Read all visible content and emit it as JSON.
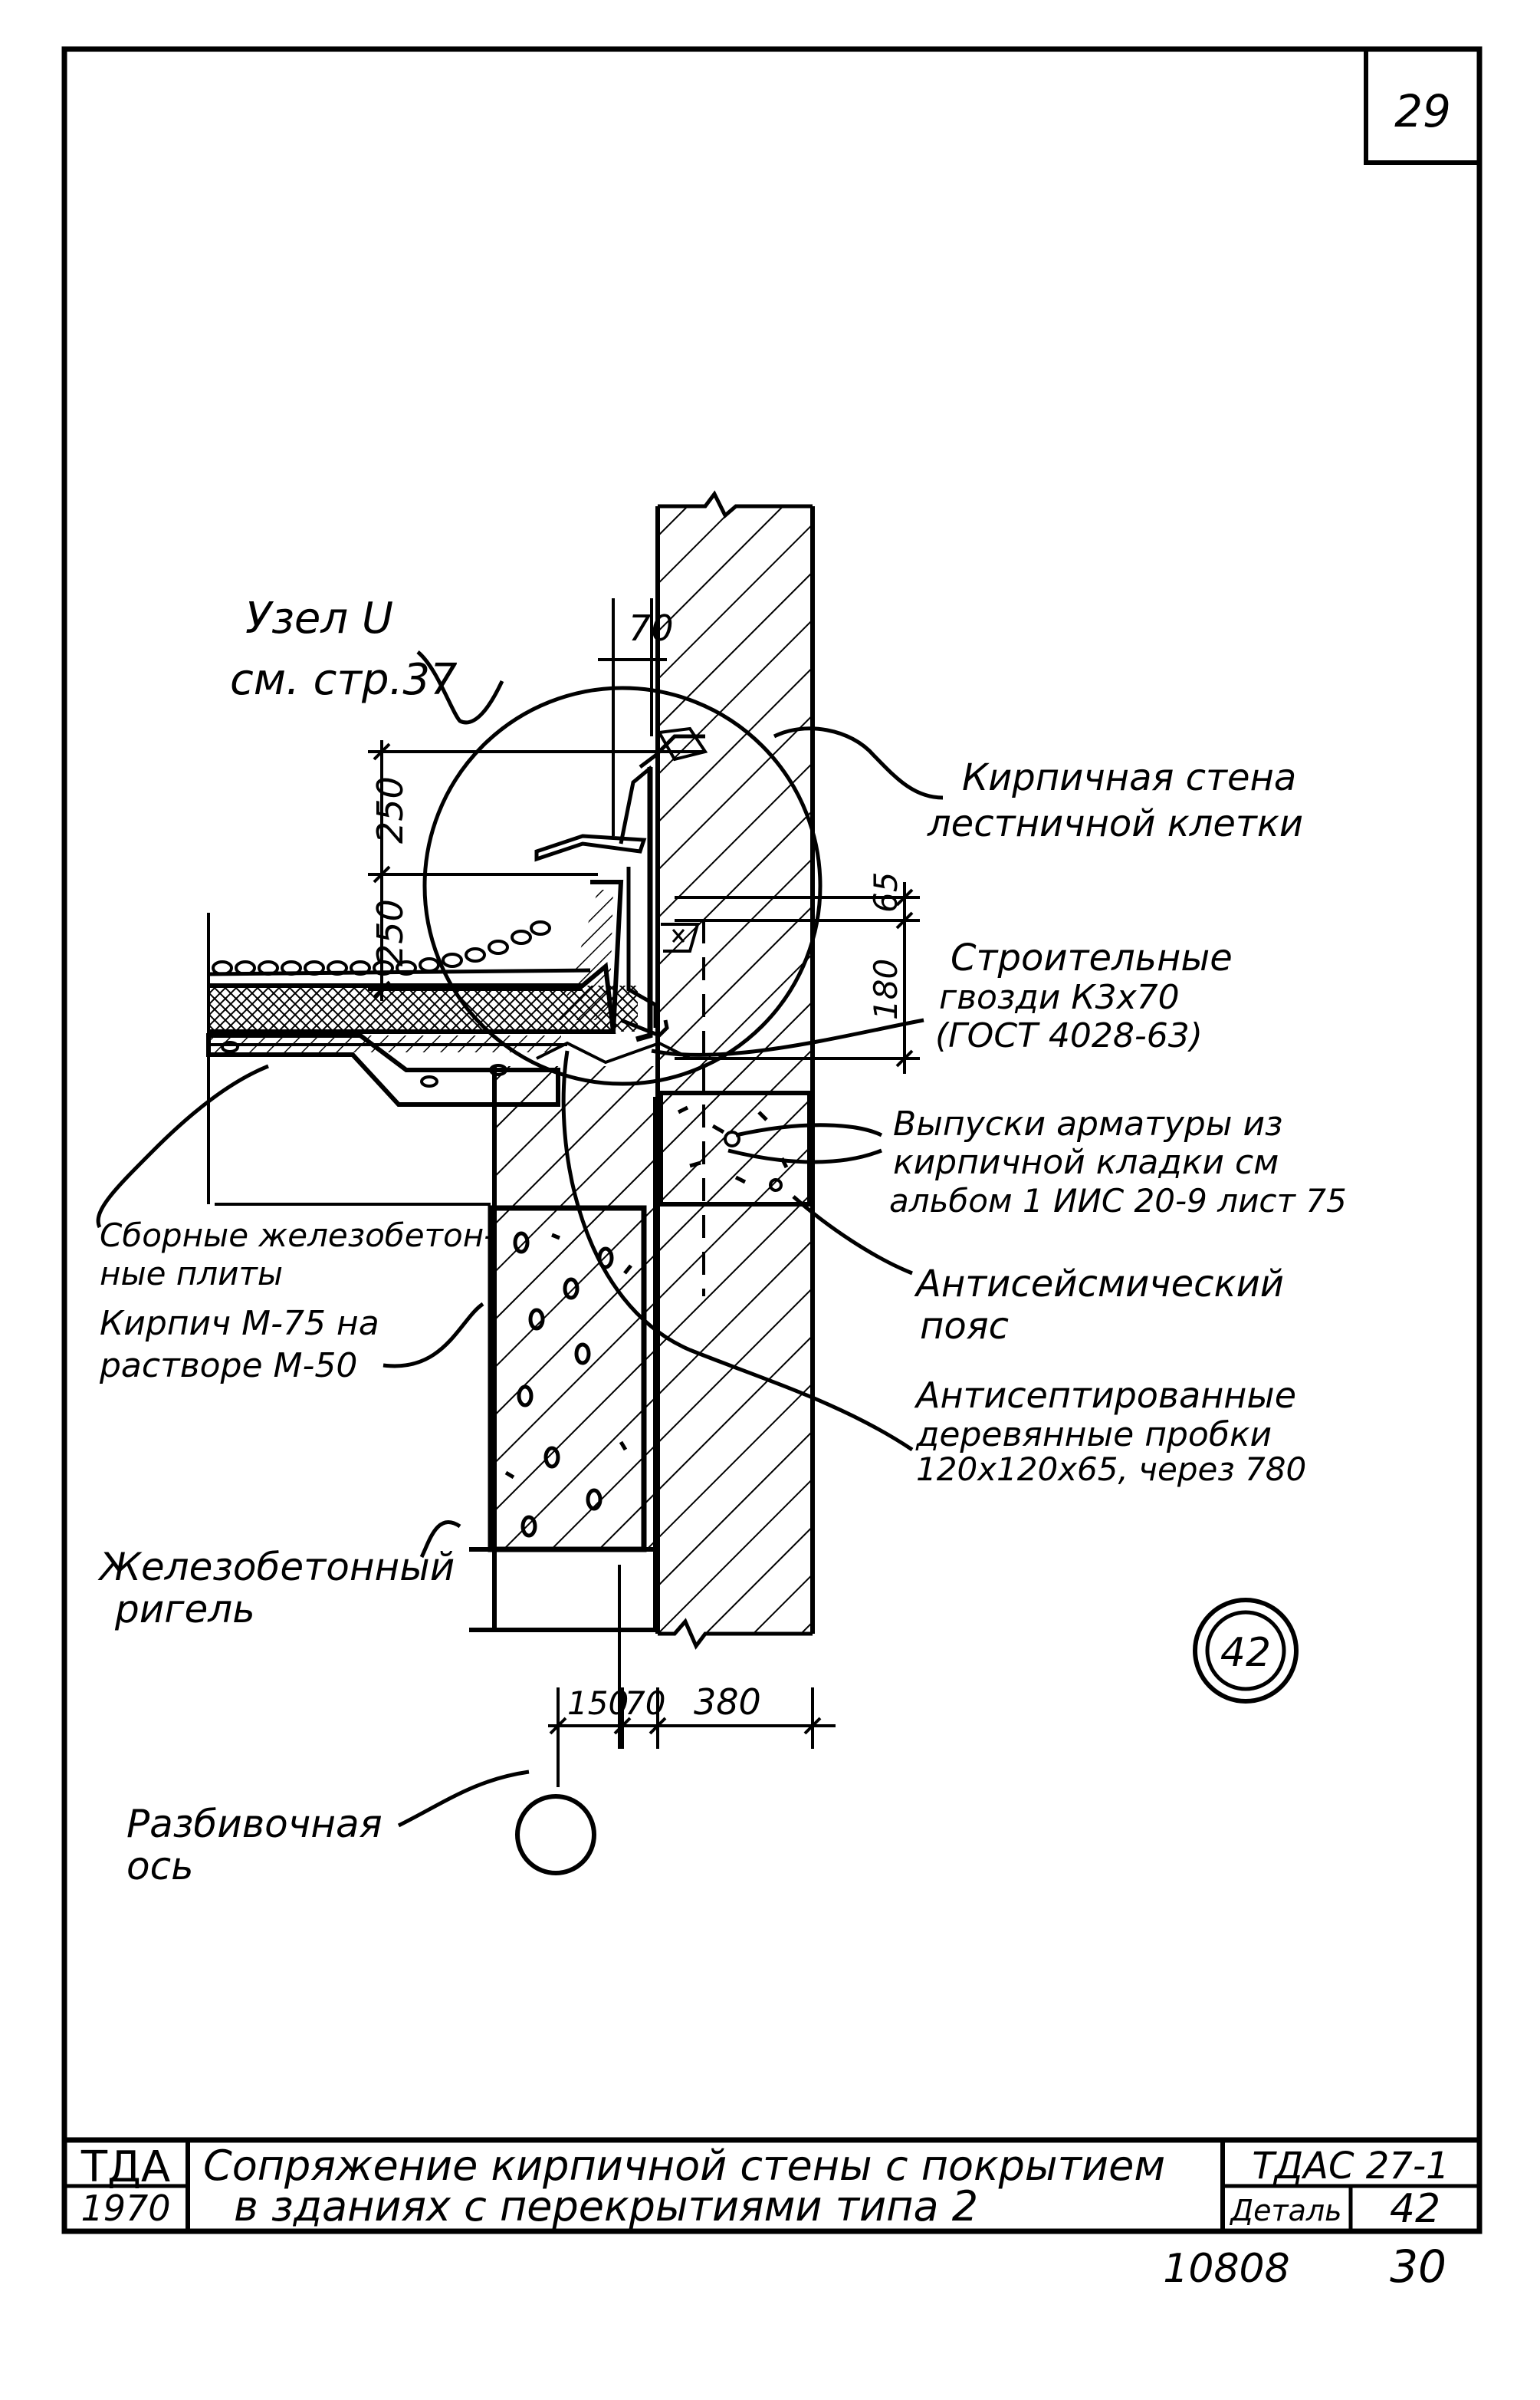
{
  "page_number": "29",
  "node_ref": {
    "line1": "Узел U",
    "line2": "см. стр.37"
  },
  "labels": {
    "brick_wall": [
      "Кирпичная стена",
      "лестничной клетки"
    ],
    "nails": [
      "Строительные",
      "гвозди К3х70",
      "(ГОСТ 4028-63)"
    ],
    "rebar": [
      "Выпуски арматуры из",
      "кирпичной кладки см",
      "альбом 1 ИИС 20-9 лист 75"
    ],
    "antiseismic": [
      "Антисейсмический",
      "пояс"
    ],
    "plugs": [
      "Антисептированные",
      "деревянные пробки",
      "120х120х65, через 780"
    ],
    "slabs": [
      "Сборные железобетон-",
      "ные плиты"
    ],
    "brick": [
      "Кирпич М-75 на",
      "растворе М-50"
    ],
    "girder": [
      "Железобетонный",
      "ригель"
    ],
    "axis": [
      "Разбивочная",
      "ось"
    ]
  },
  "dimensions": {
    "top": "70",
    "left_upper": "250",
    "left_lower": "250",
    "right_upper": "65",
    "right_lower": "180",
    "bottom": [
      "150",
      "70",
      "380"
    ]
  },
  "detail_mark": "42",
  "title_block": {
    "org": "ТДА",
    "year": "1970",
    "title_line1": "Сопряжение кирпичной стены с покрытием",
    "title_line2": "в зданиях с перекрытиями типа 2",
    "series": "ТДАС 27-1",
    "detail_label": "Деталь",
    "detail_no": "42"
  },
  "footer": {
    "code": "10808",
    "sheet": "30"
  }
}
